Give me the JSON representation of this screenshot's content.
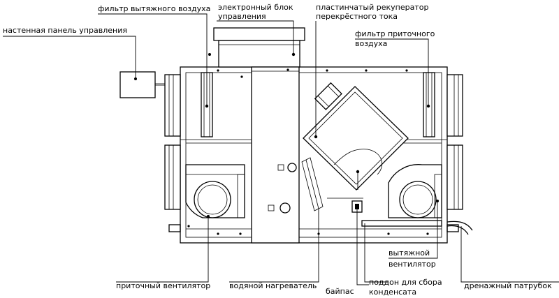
{
  "labels": {
    "exhaust_filter": "фильтр вытяжного воздуха",
    "control_unit_1": "электронный блок",
    "control_unit_2": "управления",
    "recuperator_1": "пластинчатый рекуператор",
    "recuperator_2": "перекрёстного тока",
    "wall_panel": "настенная панель управления",
    "supply_filter_1": "фильтр приточного",
    "supply_filter_2": "воздуха",
    "exhaust_fan_1": "вытяжной",
    "exhaust_fan_2": "вентилятор",
    "supply_fan": "приточный вентилятор",
    "water_heater": "водяной нагреватель",
    "bypass": "байпас",
    "drain_pan_1": "поддон для сбора",
    "drain_pan_2": "конденсата",
    "drain_pipe": "дренажный патрубок"
  }
}
